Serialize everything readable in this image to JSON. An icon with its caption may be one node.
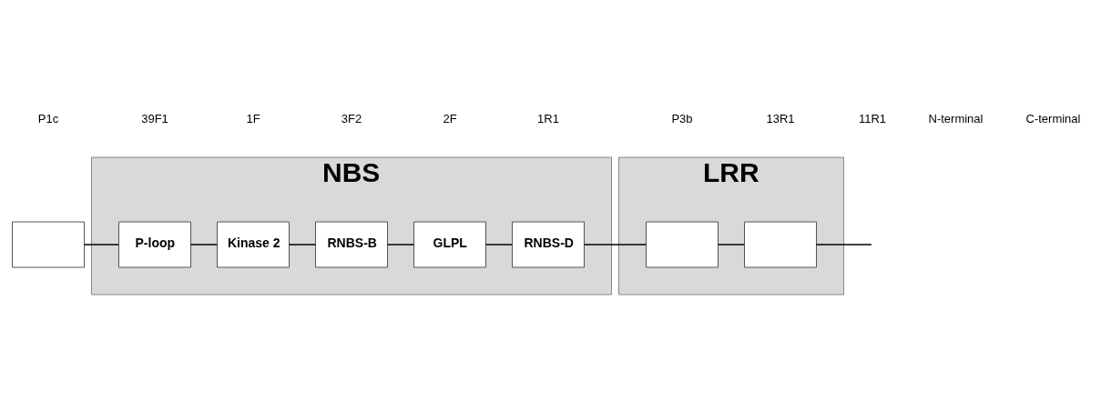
{
  "diagram": {
    "nodes": [
      {
        "text": [],
        "shape": "box"
      },
      {
        "text": [
          "NBS"
        ]
      },
      {
        "text": [
          "P-loop"
        ],
        "in": 1
      },
      {
        "text": [
          "Kinase 2"
        ],
        "in": 1
      },
      {
        "text": [
          "RNBS-B"
        ],
        "in": 1
      },
      {
        "text": [
          "GLPL"
        ],
        "in": 1
      },
      {
        "text": [
          "RNBS-D"
        ],
        "in": 1
      },
      {
        "text": [
          "LRR"
        ]
      },
      {
        "text": [],
        "shape": "box",
        "in": 7
      },
      {
        "text": [],
        "shape": "box",
        "in": 7
      }
    ],
    "edges": [
      {
        "from": 0,
        "to": 2,
        "arrow": "none"
      },
      {
        "from": 2,
        "to": 3,
        "arrow": "none"
      },
      {
        "from": 3,
        "to": 4,
        "arrow": "none"
      },
      {
        "from": 4,
        "to": 5,
        "arrow": "none"
      },
      {
        "from": 5,
        "to": 6,
        "arrow": "none"
      },
      {
        "from": 6,
        "to": 8,
        "arrow": "none"
      },
      {
        "from": 8,
        "to": 9,
        "arrow": "none"
      },
      {
        "from": 9,
        "to": null,
        "arrow": "none"
      }
    ],
    "labels": [
      "P1c",
      "39F1",
      "1F",
      "3F2",
      "2F",
      "1R1",
      "P3b",
      "13R1",
      "11R1",
      "N-terminal",
      "C-terminal"
    ]
  }
}
